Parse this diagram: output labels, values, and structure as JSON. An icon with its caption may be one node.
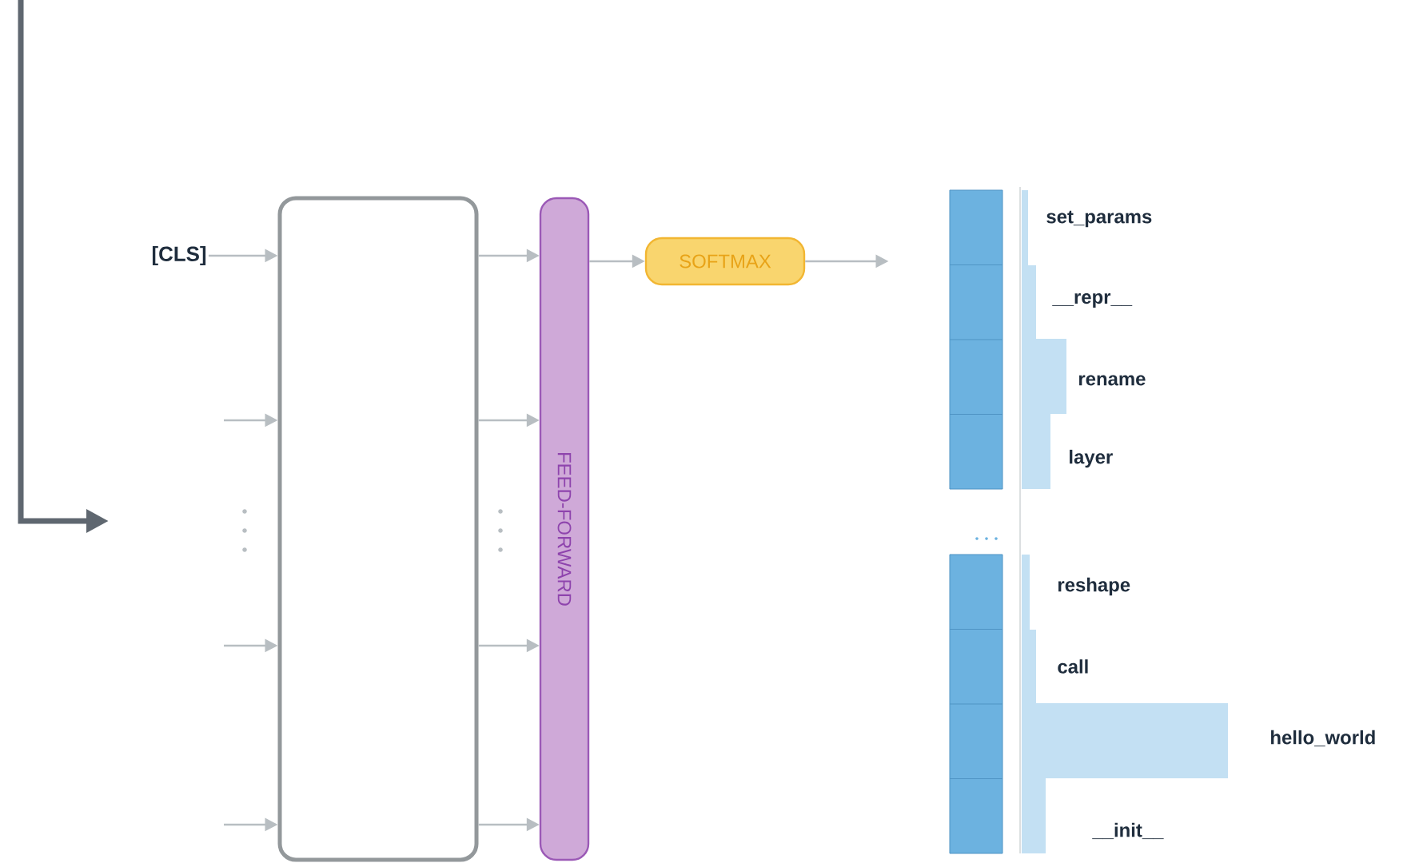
{
  "diagram": {
    "nodes": [
      {
        "text": [
          "[CLS]"
        ]
      },
      {
        "text": [],
        "shape": "box"
      },
      {
        "text": [
          "FEED-FORWARD"
        ]
      },
      {
        "text": [
          "SOFTMAX"
        ]
      },
      {
        "text": [],
        "shape": "box"
      },
      {
        "text": [],
        "shape": "box"
      }
    ],
    "edges": [
      {
        "from": 0,
        "to": 1,
        "arrow": "to"
      },
      {
        "from": null,
        "to": 1,
        "arrow": "to"
      },
      {
        "from": null,
        "to": 1,
        "arrow": "to"
      },
      {
        "from": null,
        "to": 1,
        "arrow": "to"
      },
      {
        "from": 1,
        "to": 2,
        "arrow": "to"
      },
      {
        "from": 1,
        "to": 2,
        "arrow": "to"
      },
      {
        "from": 1,
        "to": 2,
        "arrow": "to"
      },
      {
        "from": 1,
        "to": 2,
        "arrow": "to"
      },
      {
        "from": 2,
        "to": 3,
        "arrow": "to"
      },
      {
        "from": 3,
        "to": 4,
        "arrow": "to"
      }
    ],
    "labels": [
      "set_params",
      "__repr__",
      "rename",
      "layer",
      "reshape",
      "call",
      "hello_world",
      "__init__"
    ]
  }
}
